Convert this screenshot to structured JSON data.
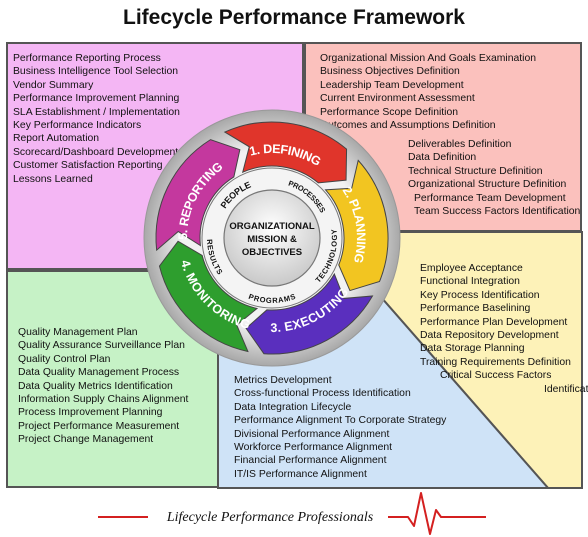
{
  "title": "Lifecycle Performance Framework",
  "center": {
    "line1": "ORGANIZATIONAL",
    "line2": "MISSION &",
    "line3": "OBJECTIVES"
  },
  "phases": [
    {
      "label": "1. DEFINING",
      "color": "#e0352b"
    },
    {
      "label": "2. PLANNING",
      "color": "#f2c521"
    },
    {
      "label": "3. EXECUTING",
      "color": "#5a2fbe"
    },
    {
      "label": "4. MONITORING",
      "color": "#2e9e2e"
    },
    {
      "label": "5. REPORTING",
      "color": "#c4389e"
    }
  ],
  "ring_labels": {
    "processes": "PROCESSES",
    "technology": "TECHNOLOGY",
    "programs": "PROGRAMS",
    "results": "RESULTS",
    "people": "PEOPLE"
  },
  "panels": {
    "reporting": {
      "bg": "#f4b6f4",
      "items": [
        "Performance Reporting Process",
        "Business Intelligence Tool Selection",
        "Vendor Summary",
        "Performance Improvement Planning",
        "SLA Establishment / Implementation",
        "Key Performance Indicators",
        "Report Automation",
        "Scorecard/Dashboard Development",
        "Customer Satisfaction Reporting",
        "Lessons Learned"
      ]
    },
    "defining": {
      "bg": "#fbc1bd",
      "items_top": [
        "Organizational Mission And Goals Examination",
        "Business Objectives Definition",
        "Leadership Team Development",
        "Current Environment Assessment",
        "Performance Scope Definition",
        "Outcomes and Assumptions Definition"
      ],
      "items_bottom": [
        "Deliverables Definition",
        "Data Definition",
        "Technical Structure Definition",
        "Organizational Structure Definition",
        "Performance Team Development",
        "Team Success Factors Identification"
      ]
    },
    "monitoring": {
      "bg": "#c6f2c6",
      "items": [
        "Quality Management Plan",
        "Quality Assurance Surveillance Plan",
        "Quality Control Plan",
        "Data Quality Management Process",
        "Data Quality Metrics Identification",
        "Information Supply Chains Alignment",
        "Process Improvement Planning",
        "Project Performance Measurement",
        "Project Change Management"
      ]
    },
    "planning": {
      "bg": "#fdf2b8",
      "items": [
        "Employee Acceptance",
        "Functional Integration",
        "Key Process Identification",
        "Performance Baselining",
        "Performance Plan Development",
        "Data Repository Development",
        "Data Storage Planning",
        "Training Requirements Definition",
        "Critical Success Factors",
        "Identification"
      ]
    },
    "executing": {
      "bg": "#cfe3f7",
      "items": [
        "Metrics Development",
        "Cross-functional Process Identification",
        "Data Integration Lifecycle",
        "Performance Alignment To Corporate Strategy",
        "Divisional Performance Alignment",
        "Workforce Performance Alignment",
        "Financial Performance Alignment",
        "IT/IS Performance Alignment"
      ]
    }
  },
  "footer": "Lifecycle Performance Professionals",
  "colors": {
    "border": "#555555",
    "ecg": "#d42020"
  }
}
